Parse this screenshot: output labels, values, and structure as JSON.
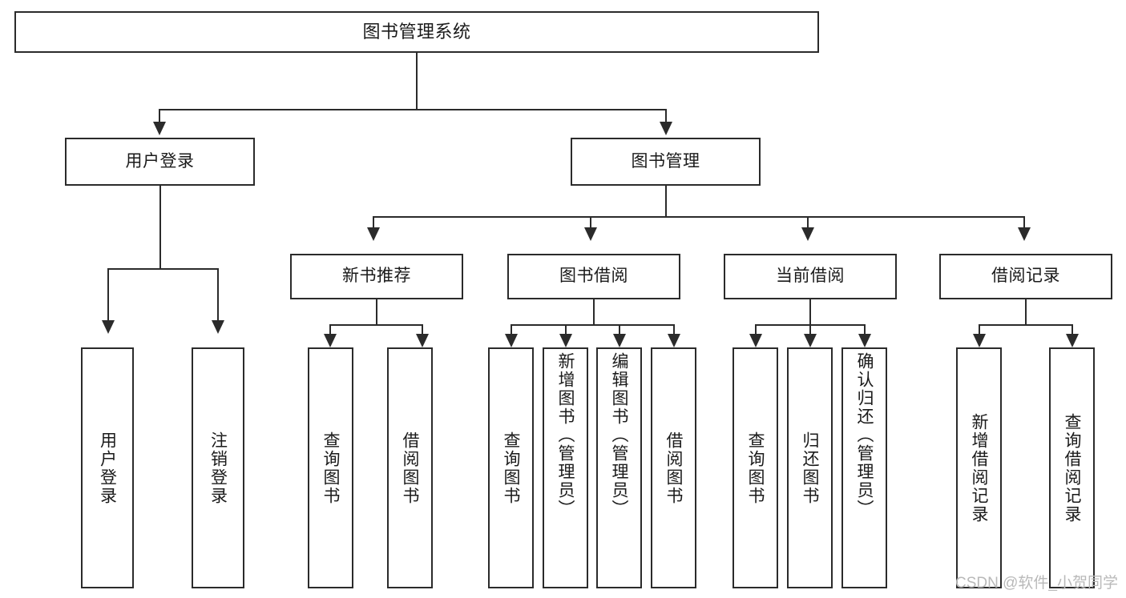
{
  "diagram": {
    "title": "图书管理系统",
    "watermark": "CSDN @软件_小贺同学",
    "colors": {
      "stroke": "#2b2b2b",
      "fill": "#ffffff",
      "text": "#1a1a1a",
      "watermark": "#b9b9b9"
    }
  },
  "nodes": {
    "root": {
      "label": "图书管理系统"
    },
    "level2": [
      {
        "label": "用户登录"
      },
      {
        "label": "图书管理"
      }
    ],
    "level3": [
      {
        "label": "新书推荐"
      },
      {
        "label": "图书借阅"
      },
      {
        "label": "当前借阅"
      },
      {
        "label": "借阅记录"
      }
    ],
    "leaves_user_login": [
      {
        "label": "用户登录"
      },
      {
        "label": "注销登录"
      }
    ],
    "leaves_new_books": [
      {
        "label": "查询图书"
      },
      {
        "label": "借阅图书"
      }
    ],
    "leaves_borrow": [
      {
        "label": "查询图书"
      },
      {
        "label": "新增图书（管理员）"
      },
      {
        "label": "编辑图书（管理员）"
      },
      {
        "label": "借阅图书"
      }
    ],
    "leaves_current": [
      {
        "label": "查询图书"
      },
      {
        "label": "归还图书"
      },
      {
        "label": "确认归还（管理员）"
      }
    ],
    "leaves_records": [
      {
        "label": "新增借阅记录"
      },
      {
        "label": "查询借阅记录"
      }
    ]
  }
}
